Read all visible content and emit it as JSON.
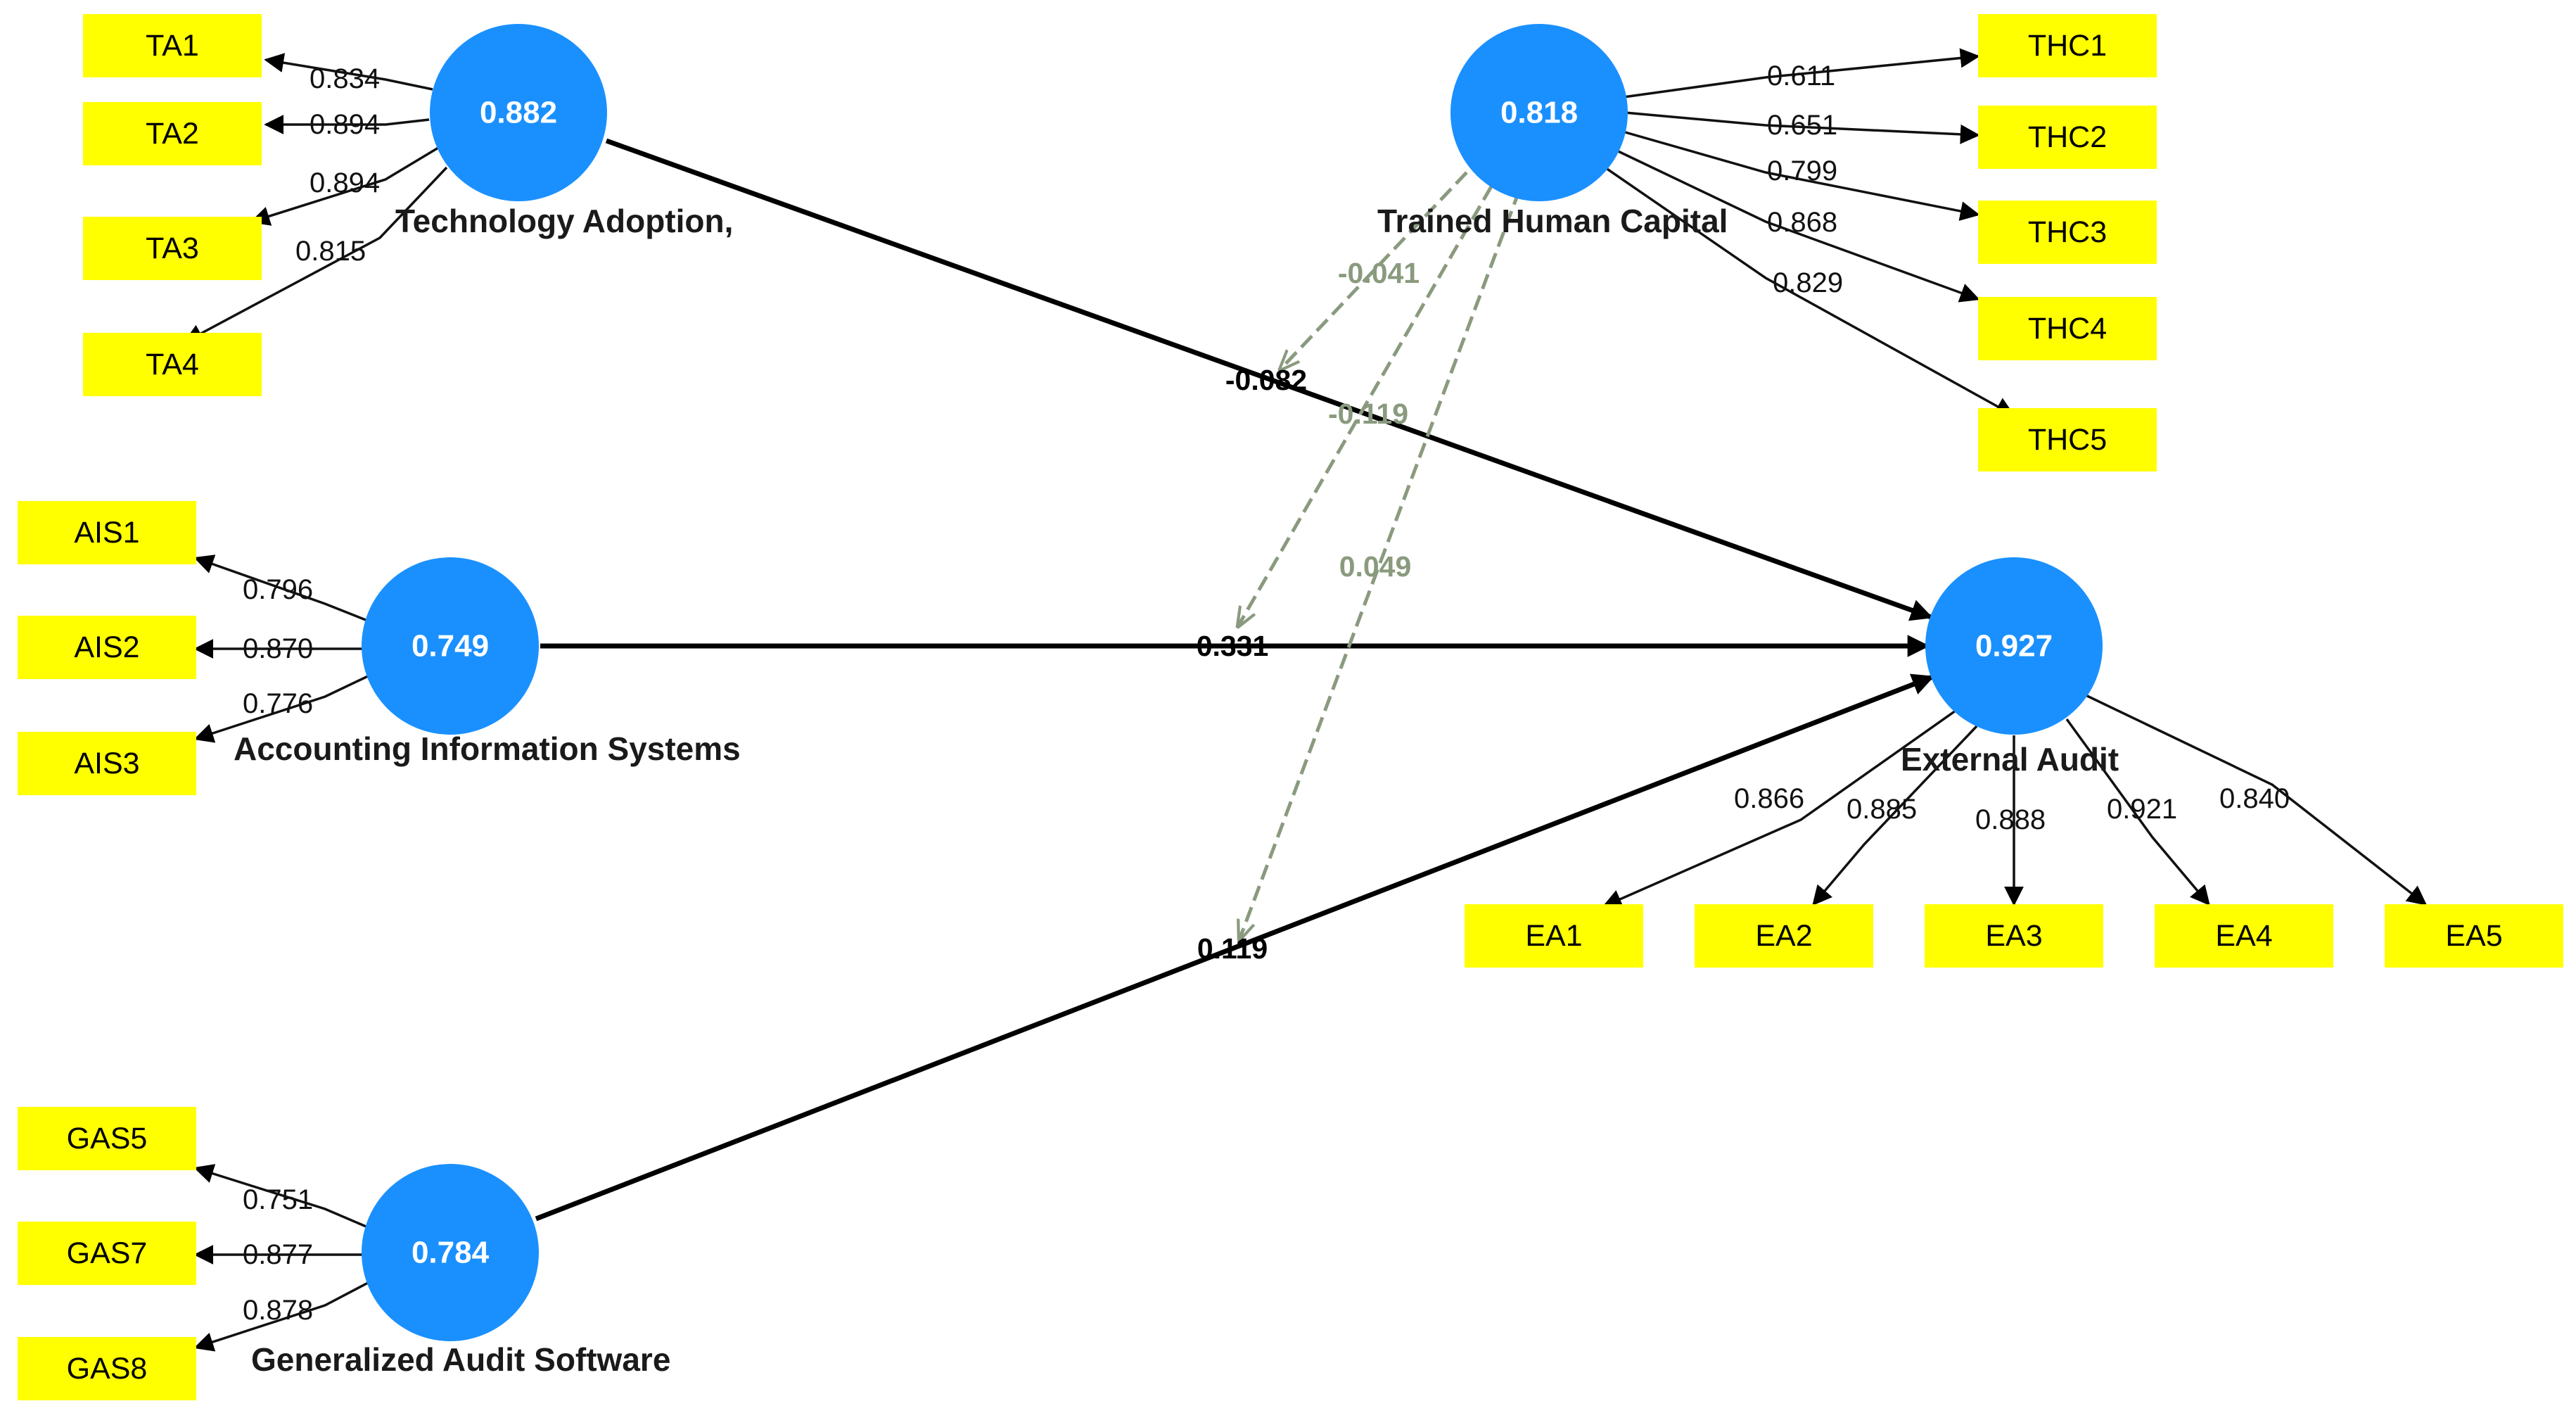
{
  "constructs": {
    "ta": {
      "label": "Technology Adoption,",
      "value": "0.882"
    },
    "thc": {
      "label": "Trained Human Capital",
      "value": "0.818"
    },
    "ais": {
      "label": "Accounting Information Systems",
      "value": "0.749"
    },
    "gas": {
      "label": "Generalized Audit Software",
      "value": "0.784"
    },
    "ea": {
      "label": "External Audit",
      "value": "0.927"
    }
  },
  "indicators": {
    "ta1": "TA1",
    "ta2": "TA2",
    "ta3": "TA3",
    "ta4": "TA4",
    "ais1": "AIS1",
    "ais2": "AIS2",
    "ais3": "AIS3",
    "gas5": "GAS5",
    "gas7": "GAS7",
    "gas8": "GAS8",
    "thc1": "THC1",
    "thc2": "THC2",
    "thc3": "THC3",
    "thc4": "THC4",
    "thc5": "THC5",
    "ea1": "EA1",
    "ea2": "EA2",
    "ea3": "EA3",
    "ea4": "EA4",
    "ea5": "EA5"
  },
  "loadings": {
    "ta1": "0.834",
    "ta2": "0.894",
    "ta3": "0.894",
    "ta4": "0.815",
    "ais1": "0.796",
    "ais2": "0.870",
    "ais3": "0.776",
    "gas5": "0.751",
    "gas7": "0.877",
    "gas8": "0.878",
    "thc1": "0.611",
    "thc2": "0.651",
    "thc3": "0.799",
    "thc4": "0.868",
    "thc5": "0.829",
    "ea1": "0.866",
    "ea2": "0.885",
    "ea3": "0.888",
    "ea4": "0.921",
    "ea5": "0.840"
  },
  "paths": {
    "ta_ea": "-0.082",
    "ais_ea": "0.331",
    "gas_ea": "0.119"
  },
  "moderation": {
    "thc_ta": "-0.041",
    "thc_ais": "-0.119",
    "thc_gas": "0.049"
  },
  "colors": {
    "construct_fill": "#1a90ff",
    "indicator_fill": "#ffff00",
    "moderation_line": "#8a9a7e",
    "path_line": "#000000"
  }
}
